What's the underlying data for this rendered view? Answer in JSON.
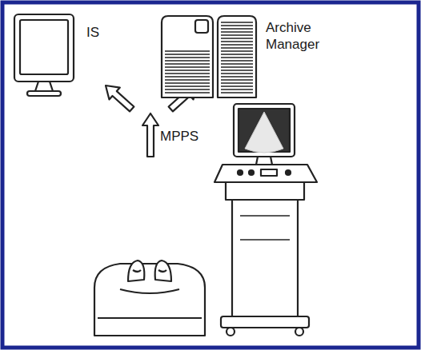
{
  "diagram": {
    "nodes": [
      {
        "text": [
          "IS"
        ]
      },
      {
        "text": [
          "Archive Manager"
        ]
      }
    ],
    "labels": [
      "MPPS"
    ]
  }
}
